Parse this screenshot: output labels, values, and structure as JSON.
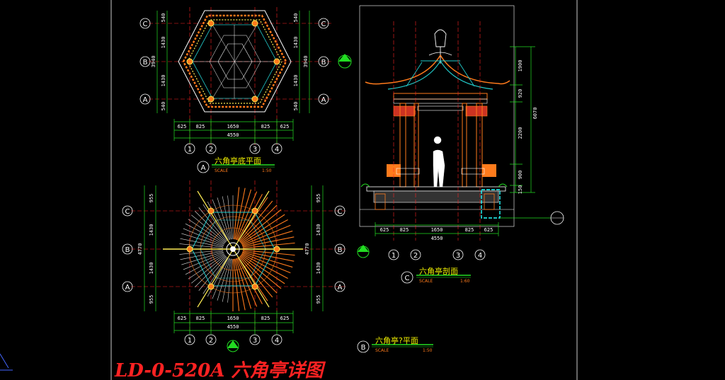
{
  "colors": {
    "background": "#000000",
    "line_green": "#22dd22",
    "line_white": "#ffffff",
    "line_red": "#ff2222",
    "line_orange": "#ff7b1c",
    "line_cyan": "#22cccc",
    "text_yellow": "#f2f200"
  },
  "title": "LD-0-520A 六角亭详图",
  "plan_a": {
    "tag": "A",
    "title": "六角亭底平面",
    "scale_word": "SCALE",
    "scale_value": "1:50",
    "grid_rows": [
      "C",
      "B",
      "A"
    ],
    "grid_cols": [
      "1",
      "2",
      "3",
      "4"
    ],
    "dims_bottom": [
      "625",
      "825",
      "1650",
      "825",
      "625"
    ],
    "dim_total": "4550",
    "dims_left": [
      "540",
      "1430",
      "1430",
      "540"
    ],
    "dim_left_total": "3940"
  },
  "plan_b": {
    "tag": "B",
    "title": "六角亭?平面",
    "scale_word": "SCALE",
    "scale_value": "1:50",
    "grid_rows": [
      "C",
      "B",
      "A"
    ],
    "grid_cols": [
      "1",
      "2",
      "3",
      "4"
    ],
    "dims_bottom": [
      "625",
      "825",
      "1650",
      "825",
      "625"
    ],
    "dim_total": "4550",
    "dims_left": [
      "955",
      "1430",
      "1430",
      "955"
    ],
    "dim_left_total": "4770"
  },
  "section_c": {
    "tag": "C",
    "title": "六角亭剖面",
    "scale_word": "SCALE",
    "scale_value": "1:60",
    "grid_cols": [
      "1",
      "2",
      "3",
      "4"
    ],
    "dims_bottom": [
      "625",
      "825",
      "1650",
      "825",
      "625"
    ],
    "dim_total": "4550",
    "dims_right": [
      "1900",
      "920",
      "2200",
      "900",
      "150"
    ],
    "dim_right_total": "6070"
  }
}
